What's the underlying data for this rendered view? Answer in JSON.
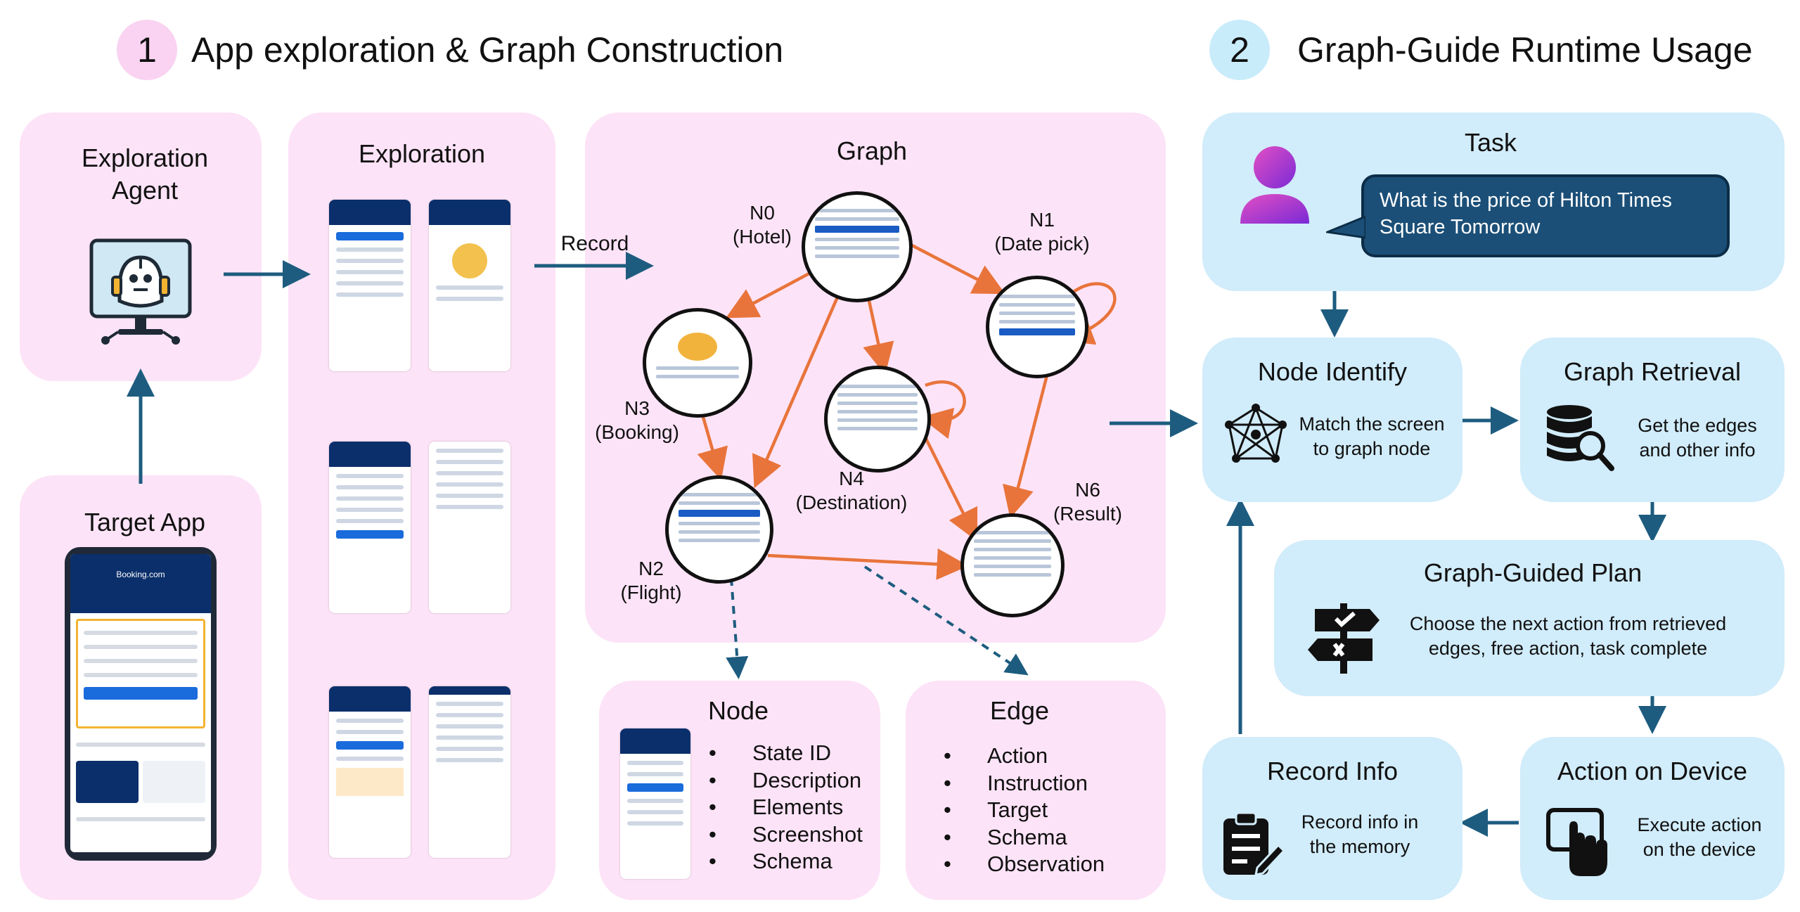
{
  "section1": {
    "number": "1",
    "title": "App exploration & Graph Construction"
  },
  "section2": {
    "number": "2",
    "title": "Graph-Guide Runtime Usage"
  },
  "exploration_agent": {
    "title": "Exploration Agent"
  },
  "target_app": {
    "title": "Target App",
    "app_name": "Booking.com"
  },
  "exploration": {
    "title": "Exploration"
  },
  "record_label": "Record",
  "graph": {
    "title": "Graph",
    "nodes": [
      {
        "id": "N0",
        "name": "(Hotel)"
      },
      {
        "id": "N1",
        "name": "(Date pick)"
      },
      {
        "id": "N3",
        "name": "(Booking)"
      },
      {
        "id": "N4",
        "name": "(Destination)"
      },
      {
        "id": "N6",
        "name": "(Result)"
      },
      {
        "id": "N2",
        "name": "(Flight)"
      }
    ]
  },
  "node_box": {
    "title": "Node",
    "items": [
      "State ID",
      "Description",
      "Elements",
      "Screenshot",
      "Schema"
    ]
  },
  "edge_box": {
    "title": "Edge",
    "items": [
      "Action",
      "Instruction",
      "Target",
      "Schema",
      "Observation"
    ]
  },
  "task": {
    "title": "Task",
    "query": "What is the price of Hilton Times Square Tomorrow"
  },
  "node_identify": {
    "title": "Node Identify",
    "desc": "Match the screen to graph node"
  },
  "graph_retrieval": {
    "title": "Graph Retrieval",
    "desc": "Get the edges and other info"
  },
  "guided_plan": {
    "title": "Graph-Guided Plan",
    "desc": "Choose the next action from retrieved edges, free action, task complete"
  },
  "record_info": {
    "title": "Record Info",
    "desc": "Record info in the memory"
  },
  "action_device": {
    "title": "Action on Device",
    "desc": "Execute action on the device"
  },
  "colors": {
    "pink_panel": "#fde3f7",
    "blue_panel": "#d1ecfa",
    "arrow_teal": "#1d5c7f",
    "graph_edge": "#e8743b",
    "badge_pink": "#f9d3f1",
    "badge_blue": "#c9ecfb"
  }
}
